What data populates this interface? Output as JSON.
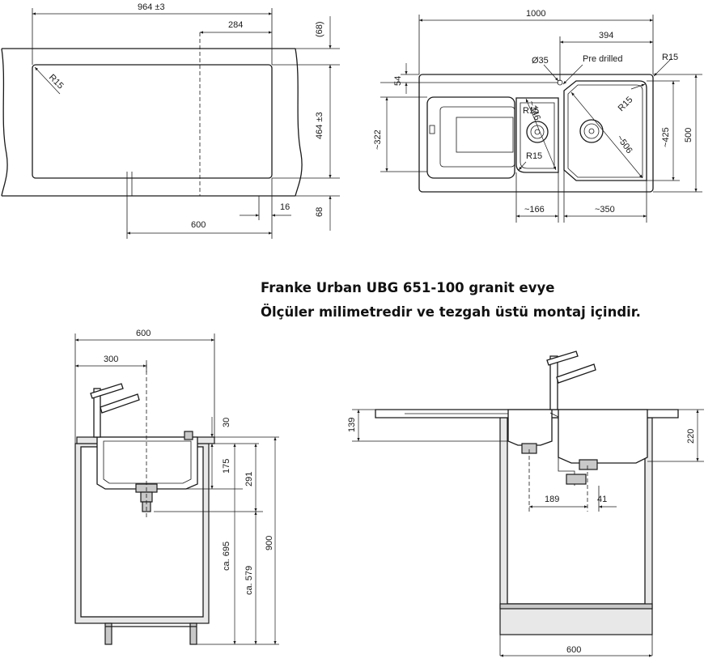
{
  "caption": {
    "line1": "Franke Urban UBG 651-100 granit evye",
    "line2": "Ölçüler milimetredir ve tezgah üstü montaj içindir."
  },
  "cutout_view": {
    "width": "964 ±3",
    "offset_284": "284",
    "top_68": "(68)",
    "height": "464 ±3",
    "radius": "R15",
    "bottom_600": "600",
    "edge_16": "16",
    "bottom_68": "68"
  },
  "top_view": {
    "width": "1000",
    "offset_394": "394",
    "hole": "Ø35",
    "pre_drilled": "Pre drilled",
    "r15_corner": "R15",
    "dim_54": "54",
    "dim_322": "~322",
    "dim_346": "~346",
    "r15_small": "R15",
    "r15_large": "R15",
    "dim_506": "~506",
    "dim_425": "~425",
    "dim_500": "500",
    "r15_left": "R15",
    "dim_166": "~166",
    "dim_350": "~350"
  },
  "side_view": {
    "width_600": "600",
    "dim_300": "300",
    "dim_30": "30",
    "dim_175": "175",
    "dim_291": "291",
    "dim_695": "ca. 695",
    "dim_579": "ca. 579",
    "dim_900": "900"
  },
  "front_view": {
    "dim_139": "139",
    "dim_220": "220",
    "dim_189": "189",
    "dim_41": "41",
    "width_600": "600"
  }
}
